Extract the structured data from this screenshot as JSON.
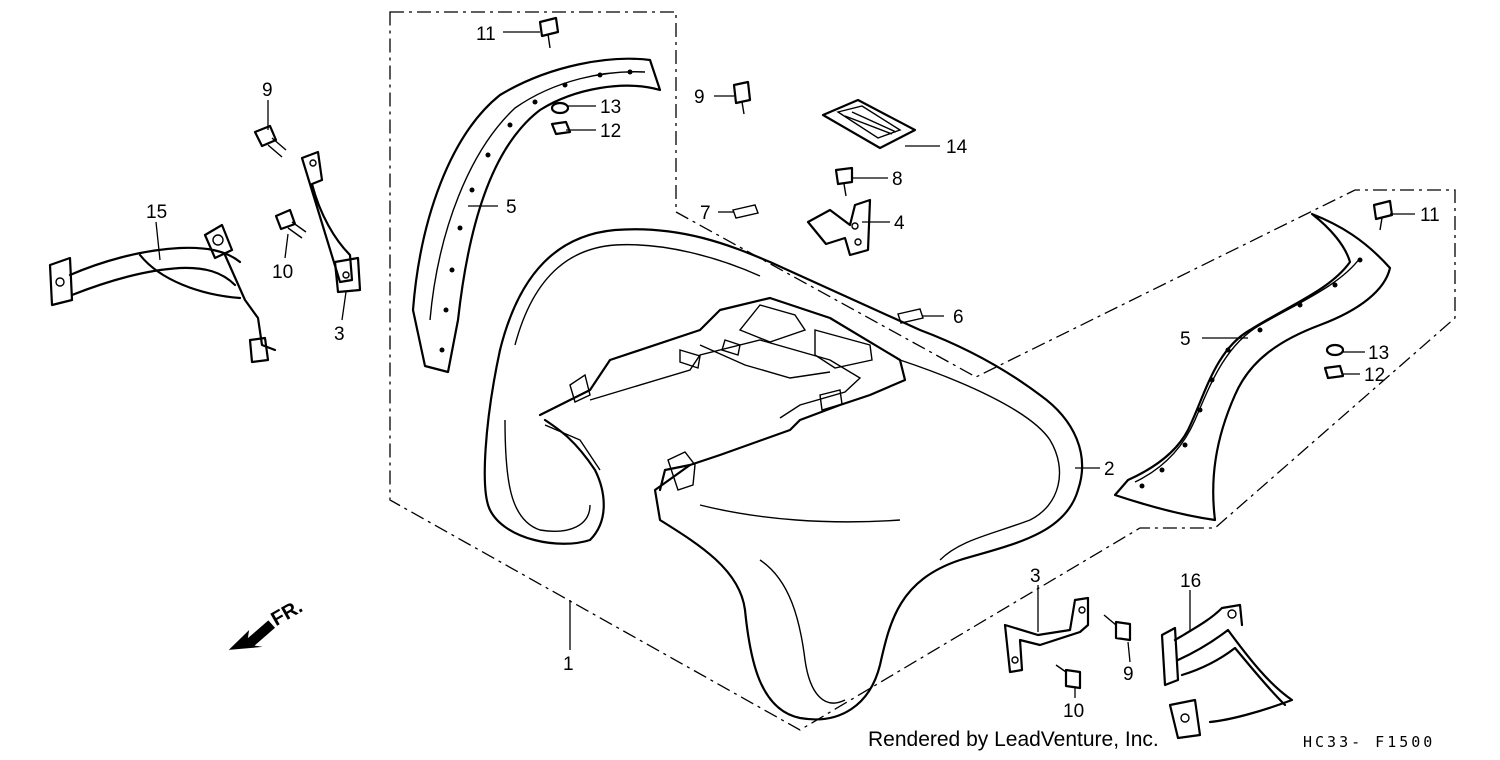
{
  "callouts": {
    "c1": "1",
    "c2": "2",
    "c3a": "3",
    "c3b": "3",
    "c4": "4",
    "c5a": "5",
    "c5b": "5",
    "c6": "6",
    "c7": "7",
    "c8": "8",
    "c9a": "9",
    "c9b": "9",
    "c9c": "9",
    "c10a": "10",
    "c10b": "10",
    "c11a": "11",
    "c11b": "11",
    "c12a": "12",
    "c12b": "12",
    "c13a": "13",
    "c13b": "13",
    "c14": "14",
    "c15": "15",
    "c16": "16"
  },
  "direction_label": "FR.",
  "credit": "Rendered by LeadVenture, Inc.",
  "diagram_code": "HC33- F1500"
}
